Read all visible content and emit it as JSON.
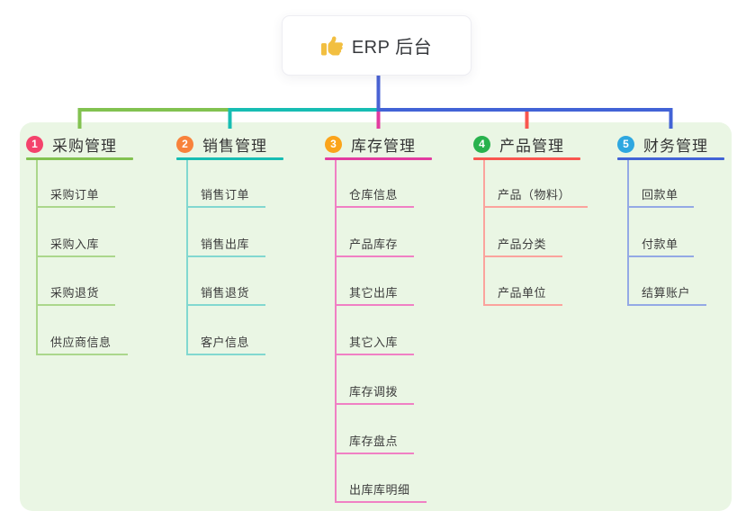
{
  "root": {
    "title": "ERP 后台",
    "icon": "thumbs-up-icon",
    "icon_color": "#f2bf41"
  },
  "canvas": {
    "page_bg": "#ffffff",
    "panel_bg": "#eaf6e4",
    "trunk_color": "#4a63d4"
  },
  "branches": [
    {
      "index": "1",
      "title": "采购管理",
      "badge_color": "#f4436c",
      "line_color": "#82c250",
      "child_line_color": "#abd78c",
      "children": [
        "采购订单",
        "采购入库",
        "采购退货",
        "供应商信息"
      ]
    },
    {
      "index": "2",
      "title": "销售管理",
      "badge_color": "#f8823b",
      "line_color": "#17bdb3",
      "child_line_color": "#82d8d0",
      "children": [
        "销售订单",
        "销售出库",
        "销售退货",
        "客户信息"
      ]
    },
    {
      "index": "3",
      "title": "库存管理",
      "badge_color": "#fba41b",
      "line_color": "#e23ba0",
      "child_line_color": "#f080c4",
      "children": [
        "仓库信息",
        "产品库存",
        "其它出库",
        "其它入库",
        "库存调拨",
        "库存盘点",
        "出库库明细"
      ]
    },
    {
      "index": "4",
      "title": "产品管理",
      "badge_color": "#28b24d",
      "line_color": "#f9564f",
      "child_line_color": "#fba39d",
      "children": [
        "产品（物料）",
        "产品分类",
        "产品单位"
      ]
    },
    {
      "index": "5",
      "title": "财务管理",
      "badge_color": "#2ea7e0",
      "line_color": "#4263d6",
      "child_line_color": "#94a9e5",
      "children": [
        "回款单",
        "付款单",
        "结算账户"
      ]
    }
  ]
}
